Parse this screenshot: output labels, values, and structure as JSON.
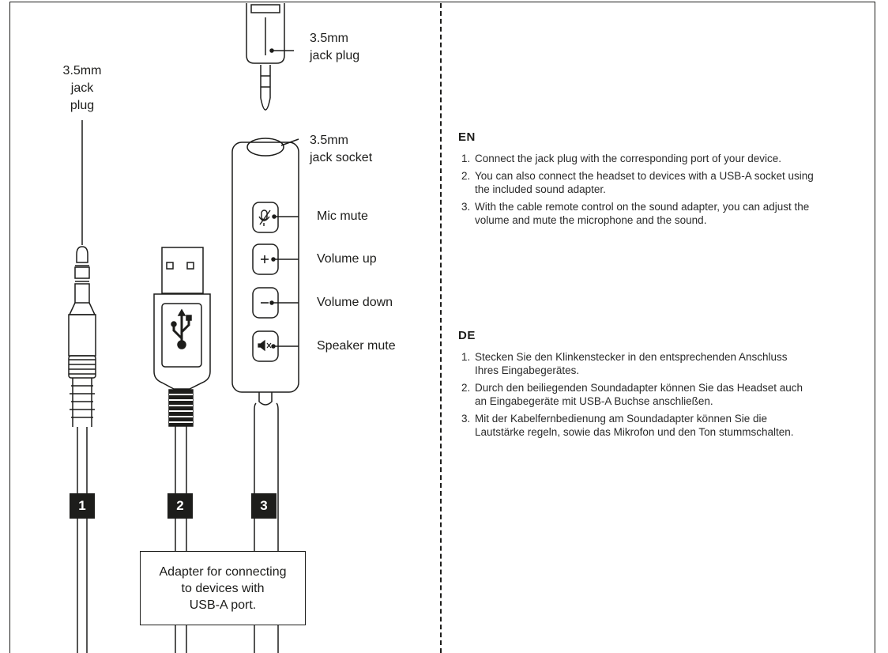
{
  "diagram": {
    "plug_label_left": [
      "3.5mm",
      "jack",
      "plug"
    ],
    "plug_label_top": [
      "3.5mm",
      "jack plug"
    ],
    "socket_label": [
      "3.5mm",
      "jack socket"
    ],
    "controls": [
      {
        "label": "Mic mute",
        "icon": "mic-mute-icon"
      },
      {
        "label": "Volume up",
        "icon": "plus-icon"
      },
      {
        "label": "Volume down",
        "icon": "minus-icon"
      },
      {
        "label": "Speaker mute",
        "icon": "speaker-mute-icon"
      }
    ],
    "badges": [
      "1",
      "2",
      "3"
    ],
    "adapter_note": [
      "Adapter for connecting",
      "to devices with",
      "USB-A port."
    ]
  },
  "instructions": [
    {
      "lang": "EN",
      "steps": [
        {
          "num": "1.",
          "text": "Connect the jack plug with the corresponding port of your device."
        },
        {
          "num": "2.",
          "text": "You can also connect the headset to devices with a USB-A socket using the included sound adapter."
        },
        {
          "num": "3.",
          "text": "With the cable remote control on the sound adapter, you can adjust the volume and mute the microphone and the sound."
        }
      ]
    },
    {
      "lang": "DE",
      "steps": [
        {
          "num": "1.",
          "text": "Stecken Sie den Klinkenstecker in den entsprechenden Anschluss Ihres Eingabegerätes."
        },
        {
          "num": "2.",
          "text": "Durch den beiliegenden Soundadapter können Sie das Headset auch an Eingabegeräte mit USB-A Buchse anschließen."
        },
        {
          "num": "3.",
          "text": "Mit der Kabelfernbedienung am Soundadapter können Sie die Lautstärke regeln, sowie das Mikrofon und den Ton stummschalten."
        }
      ]
    }
  ]
}
